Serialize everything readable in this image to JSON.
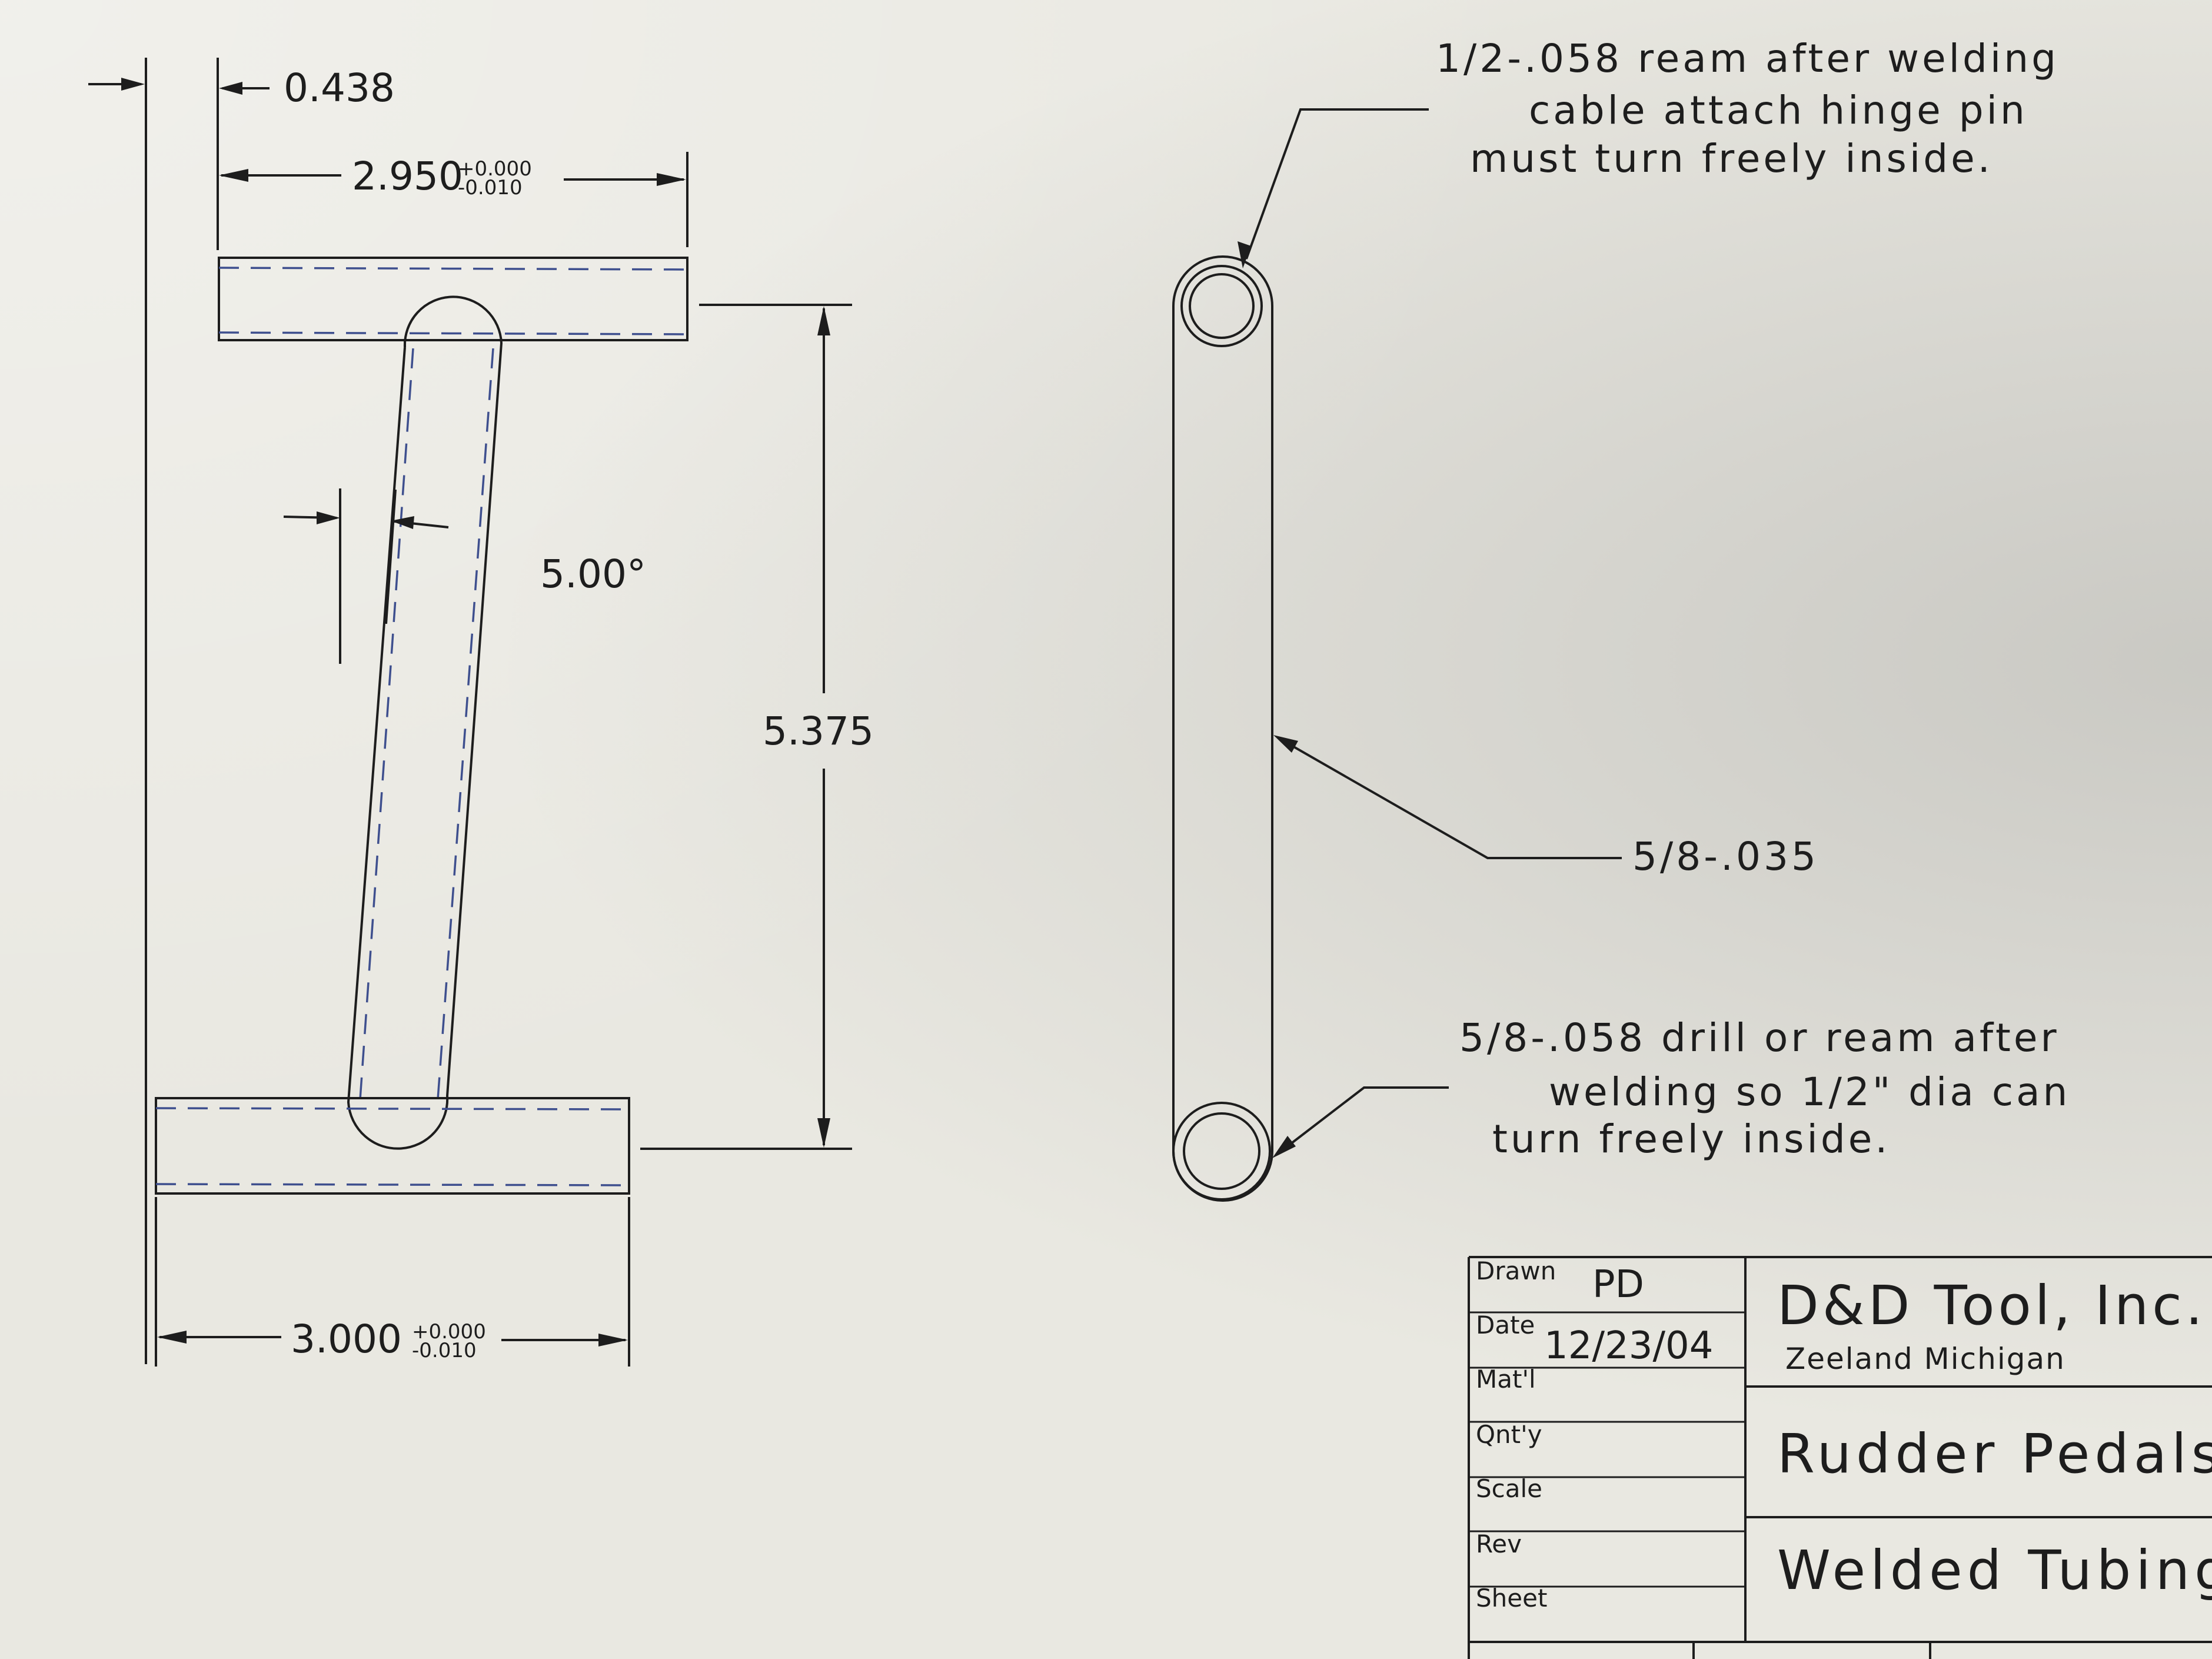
{
  "dimensions": {
    "offset": "0.438",
    "top_tube_length": "2.950",
    "top_tube_tol_upper": "+0.000",
    "top_tube_tol_lower": "-0.010",
    "angle": "5.00°",
    "height": "5.375",
    "bottom_tube_length": "3.000",
    "bottom_tube_tol_upper": "+0.000",
    "bottom_tube_tol_lower": "-0.010"
  },
  "notes": {
    "top_hole": [
      "1/2-.058 ream after welding",
      "cable attach hinge pin",
      "must turn freely inside."
    ],
    "tube": "5/8-.035",
    "bottom_hole": [
      "5/8-.058 drill or ream after",
      "welding so 1/2\" dia can",
      "turn freely inside."
    ]
  },
  "title_block": {
    "drawn_label": "Drawn",
    "drawn_value": "PD",
    "date_label": "Date",
    "date_value": "12/23/04",
    "material_label": "Mat'l",
    "quantity_label": "Qnt'y",
    "scale_label": "Scale",
    "rev_label": "Rev",
    "sheet_label": "Sheet",
    "company": "D&D Tool, Inc.",
    "location": "Zeeland Michigan",
    "title": "Rudder Pedals",
    "subtitle": "Welded Tubing"
  },
  "colors": {
    "line": "#1d1d1d",
    "hidden_line": "#3e4f8e",
    "paper": "#e9e8e1"
  }
}
